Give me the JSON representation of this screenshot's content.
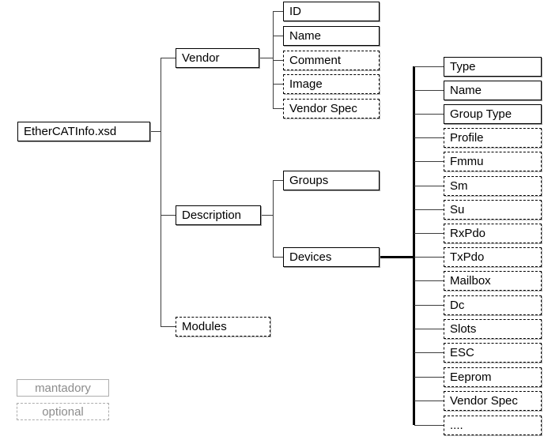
{
  "diagram": {
    "title": "EtherCATInfo.xsd schema tree",
    "root": {
      "label": "EtherCATInfo.xsd",
      "kind": "mandatory"
    },
    "level1": [
      {
        "label": "Vendor",
        "kind": "mandatory"
      },
      {
        "label": "Description",
        "kind": "mandatory"
      },
      {
        "label": "Modules",
        "kind": "optional"
      }
    ],
    "vendor_children": [
      {
        "label": "ID",
        "kind": "mandatory"
      },
      {
        "label": "Name",
        "kind": "mandatory"
      },
      {
        "label": "Comment",
        "kind": "optional"
      },
      {
        "label": "Image",
        "kind": "optional"
      },
      {
        "label": "Vendor Spec",
        "kind": "optional"
      }
    ],
    "description_children": [
      {
        "label": "Groups",
        "kind": "mandatory"
      },
      {
        "label": "Devices",
        "kind": "mandatory"
      }
    ],
    "devices_children": [
      {
        "label": "Type",
        "kind": "mandatory"
      },
      {
        "label": "Name",
        "kind": "mandatory"
      },
      {
        "label": "Group Type",
        "kind": "mandatory"
      },
      {
        "label": "Profile",
        "kind": "optional"
      },
      {
        "label": "Fmmu",
        "kind": "optional"
      },
      {
        "label": "Sm",
        "kind": "optional"
      },
      {
        "label": "Su",
        "kind": "optional"
      },
      {
        "label": "RxPdo",
        "kind": "optional"
      },
      {
        "label": "TxPdo",
        "kind": "optional"
      },
      {
        "label": "Mailbox",
        "kind": "optional"
      },
      {
        "label": "Dc",
        "kind": "optional"
      },
      {
        "label": "Slots",
        "kind": "optional"
      },
      {
        "label": "ESC",
        "kind": "optional"
      },
      {
        "label": "Eeprom",
        "kind": "optional"
      },
      {
        "label": "Vendor Spec",
        "kind": "optional"
      },
      {
        "label": "....",
        "kind": "optional"
      }
    ],
    "legend": [
      {
        "label": "mantadory",
        "kind": "mandatory"
      },
      {
        "label": "optional",
        "kind": "optional"
      }
    ],
    "colors": {
      "line": "#3d3d3d",
      "thick_line": "#000000",
      "box_border": "#000000",
      "box_shadow": "#9a9a9a",
      "text": "#000000",
      "legend_text": "#8c8c8c",
      "legend_border": "#adadad",
      "background": "#ffffff"
    }
  }
}
